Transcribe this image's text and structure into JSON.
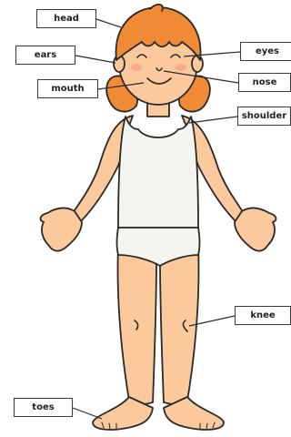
{
  "labels": {
    "head": "head",
    "ears": "ears",
    "mouth": "mouth",
    "eyes": "eyes",
    "nose": "nose",
    "shoulder": "shoulder",
    "knee": "knee",
    "toes": "toes"
  },
  "colors": {
    "skin": "#fbc99b",
    "hair": "#f08a35",
    "outline": "#2a2a2a",
    "clothing": "#f5f5ef",
    "cheek": "#f6a28c",
    "label_border": "#3a3a3a"
  }
}
